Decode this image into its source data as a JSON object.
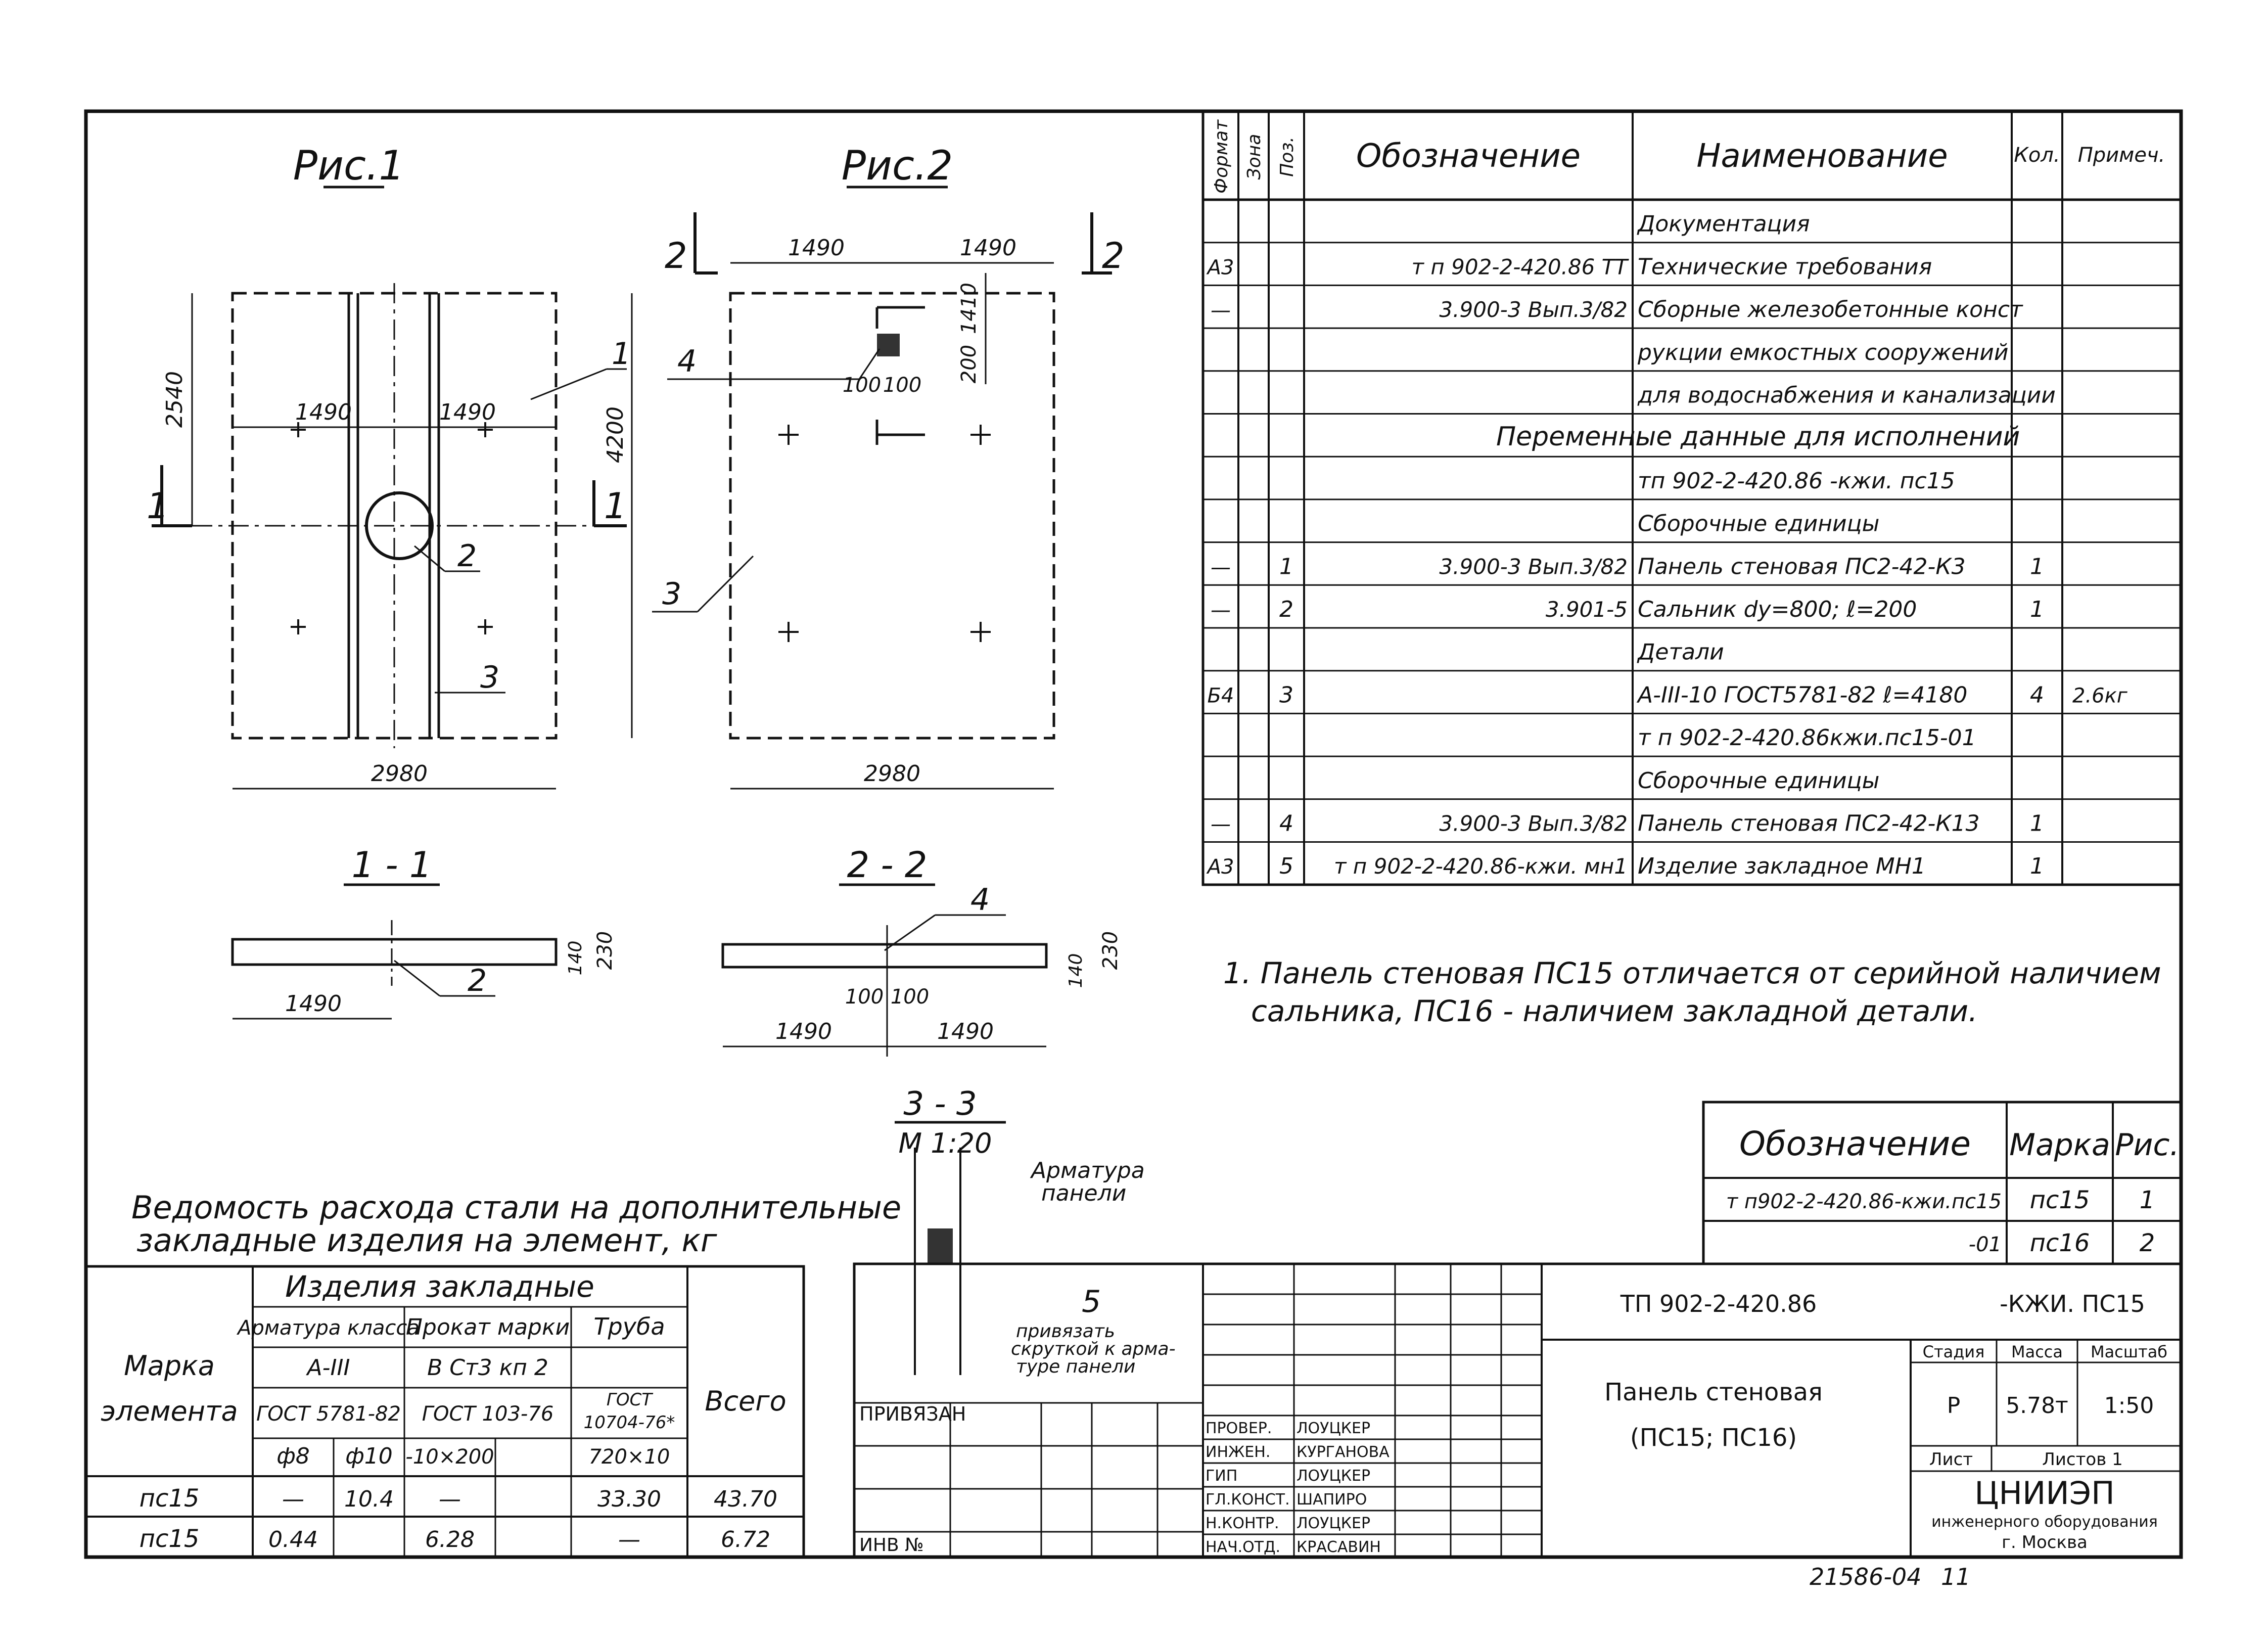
{
  "figures": {
    "fig1": {
      "title": "Рис.1",
      "dims": {
        "d1490a": "1490",
        "d1490b": "1490",
        "height_left": "2540",
        "height_right": "4200",
        "width": "2980"
      },
      "leaders": [
        "1",
        "2",
        "3"
      ],
      "section_marks": [
        "1",
        "1"
      ]
    },
    "fig2": {
      "title": "Рис.2",
      "dims": {
        "d1490a": "1490",
        "d1490b": "1490",
        "d1410": "1410",
        "d200": "200",
        "d100a": "100",
        "d100b": "100",
        "width": "2980"
      },
      "leaders": [
        "4",
        "3"
      ],
      "section_marks": [
        "2",
        "2"
      ]
    }
  },
  "sections": {
    "s11": {
      "title": "1 - 1",
      "d1490": "1490",
      "d140": "140",
      "d230": "230",
      "leader": "2"
    },
    "s22": {
      "title": "2 - 2",
      "d100a": "100",
      "d100b": "100",
      "d1490a": "1490",
      "d1490b": "1490",
      "d140": "140",
      "d230": "230",
      "leader": "4"
    },
    "s33": {
      "title": "3 - 3",
      "scale": "М 1:20",
      "label_armatura": "Арматура",
      "label_paneli": "панели",
      "pos": "5",
      "note_1": "привязать",
      "note_2": "скруткой к арма-",
      "note_3": "туре панели"
    }
  },
  "spec": {
    "headers": {
      "format": "Формат",
      "zona": "Зона",
      "poz": "Поз.",
      "oboz": "Обозначение",
      "naim": "Наименование",
      "kol": "Кол.",
      "prim": "Примеч."
    },
    "rows": [
      {
        "format": "",
        "poz": "",
        "oboz": "",
        "naim": "Документация",
        "kol": "",
        "prim": ""
      },
      {
        "format": "А3",
        "poz": "",
        "oboz": "т п 902-2-420.86        ТТ",
        "naim": "Технические требования",
        "kol": "",
        "prim": ""
      },
      {
        "format": "—",
        "poz": "",
        "oboz": "3.900-3  Вып.3/82",
        "naim": "Сборные железобетонные конст",
        "kol": "",
        "prim": ""
      },
      {
        "format": "",
        "poz": "",
        "oboz": "",
        "naim": "рукции емкостных сооружений",
        "kol": "",
        "prim": ""
      },
      {
        "format": "",
        "poz": "",
        "oboz": "",
        "naim": "для водоснабжения и канализации",
        "kol": "",
        "prim": ""
      },
      {
        "format": "",
        "poz": "",
        "oboz": "Переменные данные для исполнений",
        "naim": "",
        "kol": "",
        "prim": ""
      },
      {
        "format": "",
        "poz": "",
        "oboz": "",
        "naim": "тп 902-2-420.86 -кжи. пс15",
        "kol": "",
        "prim": ""
      },
      {
        "format": "",
        "poz": "",
        "oboz": "",
        "naim": "Сборочные единицы",
        "kol": "",
        "prim": ""
      },
      {
        "format": "—",
        "poz": "1",
        "oboz": "3.900-3 Вып.3/82",
        "naim": "Панель стеновая ПС2-42-К3",
        "kol": "1",
        "prim": ""
      },
      {
        "format": "—",
        "poz": "2",
        "oboz": "3.901-5",
        "naim": "Сальник dу=800; ℓ=200",
        "kol": "1",
        "prim": ""
      },
      {
        "format": "",
        "poz": "",
        "oboz": "",
        "naim": "Детали",
        "kol": "",
        "prim": ""
      },
      {
        "format": "Б4",
        "poz": "3",
        "oboz": "",
        "naim": "А-III-10 ГОСТ5781-82 ℓ=4180",
        "kol": "4",
        "prim": "2.6кг"
      },
      {
        "format": "",
        "poz": "",
        "oboz": "",
        "naim": "т п 902-2-420.86кжи.пс15-01",
        "kol": "",
        "prim": ""
      },
      {
        "format": "",
        "poz": "",
        "oboz": "",
        "naim": "Сборочные единицы",
        "kol": "",
        "prim": ""
      },
      {
        "format": "—",
        "poz": "4",
        "oboz": "3.900-3 Вып.3/82",
        "naim": "Панель стеновая ПС2-42-К13",
        "kol": "1",
        "prim": ""
      },
      {
        "format": "А3",
        "poz": "5",
        "oboz": "т п 902-2-420.86-кжи. мн1",
        "naim": "Изделие закладное МН1",
        "kol": "1",
        "prim": ""
      }
    ]
  },
  "note": {
    "line1": "1. Панель стеновая ПС15 отличается от серийной наличием",
    "line2": "сальника, ПС16 - наличием закладной детали."
  },
  "variants": {
    "headers": {
      "oboz": "Обозначение",
      "marka": "Марка",
      "ris": "Рис."
    },
    "rows": [
      {
        "oboz": "т п902-2-420.86-кжи.пс15",
        "marka": "пс15",
        "ris": "1"
      },
      {
        "oboz": "-01",
        "marka": "пс16",
        "ris": "2"
      }
    ]
  },
  "steel": {
    "title_1": "Ведомость расхода стали на дополнительные",
    "title_2": "закладные изделия на элемент, кг",
    "col_marka_1": "Марка",
    "col_marka_2": "элемента",
    "izdelia": "Изделия закладные",
    "armatura": "Арматура класса",
    "klass": "А-III",
    "prokat": "Прокат марки",
    "stal": "В Ст3 кп 2",
    "truba": "Труба",
    "gost1": "ГОСТ 5781-82",
    "gost2": "ГОСТ 103-76",
    "gost3a": "ГОСТ",
    "gost3b": "10704-76*",
    "phi8": "ф8",
    "phi10": "ф10",
    "sec": "-10×200",
    "pipe": "720×10",
    "vsego": "Всего",
    "rows": [
      {
        "marka": "пс15",
        "a8": "—",
        "a10": "10.4",
        "prokat": "—",
        "truba": "33.30",
        "vsego": "43.70"
      },
      {
        "marka": "пс15",
        "a8": "0.44",
        "a10": "",
        "prokat": "6.28",
        "truba": "—",
        "vsego": "6.72"
      }
    ]
  },
  "titleblock": {
    "code": "ТП 902-2-420.86",
    "code_suffix": "-КЖИ. ПС15",
    "name_1": "Панель стеновая",
    "name_2": "(ПС15; ПС16)",
    "stadia_h": "Стадия",
    "massa_h": "Масса",
    "masshtab_h": "Масштаб",
    "stadia": "Р",
    "massa": "5.78т",
    "masshtab": "1:50",
    "list": "Лист",
    "listov": "Листов 1",
    "org_1": "ЦНИИЭП",
    "org_2": "инженерного оборудования",
    "org_3": "г. Москва",
    "privyazan": "ПРИВЯЗАН",
    "inv": "ИНВ №",
    "roles": [
      {
        "role": "ПРОВЕР.",
        "name": "ЛОУЦКЕР"
      },
      {
        "role": "ИНЖЕН.",
        "name": "КУРГАНОВА"
      },
      {
        "role": "ГИП",
        "name": "ЛОУЦКЕР"
      },
      {
        "role": "ГЛ.КОНСТ.",
        "name": "ШАПИРО"
      },
      {
        "role": "Н.КОНТР.",
        "name": "ЛОУЦКЕР"
      },
      {
        "role": "НАЧ.ОТД.",
        "name": "КРАСАВИН"
      }
    ]
  },
  "footer": {
    "doc_number": "21586-04",
    "sheet_mark": "11"
  }
}
